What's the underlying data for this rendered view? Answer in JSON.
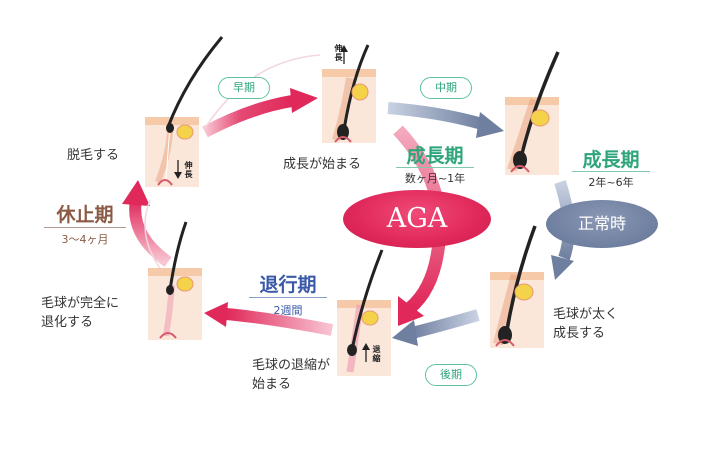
{
  "stages": {
    "early": {
      "badge": "早期",
      "caption": "成長が始まる",
      "arrow_label": "伸長"
    },
    "shedding": {
      "caption": "脱毛する",
      "arrow_label": "伸長"
    },
    "rest": {
      "title": "休止期",
      "sub": "3～4ヶ月"
    },
    "regressed": {
      "caption_line1": "毛球が完全に",
      "caption_line2": "退化する"
    },
    "regression": {
      "title": "退行期",
      "sub": "2週間",
      "caption_line1": "毛球の退縮が",
      "caption_line2": "始まる",
      "arrow_label": "退縮"
    },
    "middle": {
      "badge": "中期"
    },
    "growth_aga": {
      "title": "成長期",
      "sub": "数ヶ月~1年"
    },
    "growth_normal": {
      "title": "成長期",
      "sub": "2年~6年"
    },
    "late": {
      "badge": "後期",
      "caption_line1": "毛球が太く",
      "caption_line2": "成長する"
    }
  },
  "labels": {
    "aga": "AGA",
    "normal": "正常時"
  },
  "colors": {
    "red_arrow": "#e0285a",
    "blue_arrow": "#6f7f9f",
    "green": "#2ea57a",
    "navy_title": "#3a5aa8",
    "brown_title": "#8a5a44",
    "skin": "#fbe6da",
    "skin_bar": "#f6c9a8",
    "hair": "#222222"
  }
}
